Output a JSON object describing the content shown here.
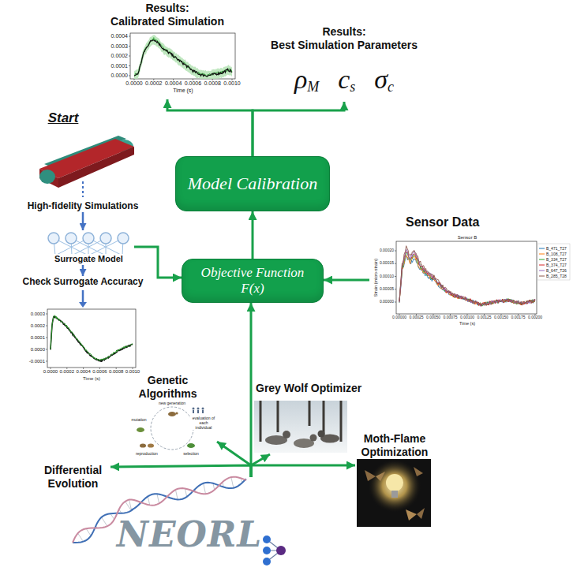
{
  "diagram": {
    "nodes": [
      {
        "text": [
          "Results:",
          "Calibrated Simulation"
        ]
      },
      {
        "text": [
          "Results:",
          "Best Simulation Parameters",
          "ρM",
          "cs",
          "σc"
        ]
      },
      {
        "text": [
          "High-fidelity Simulations"
        ]
      },
      {
        "text": [
          "Model Calibration"
        ]
      },
      {
        "text": [
          "Surrogate Model"
        ]
      },
      {
        "text": [
          "Objective Function F(x)"
        ]
      },
      {
        "text": [
          "Sensor Data"
        ]
      },
      {
        "text": [
          "Check Surrogate Accuracy"
        ]
      },
      {
        "text": [
          "Genetic Algorithms"
        ]
      },
      {
        "text": [
          "Grey Wolf Optimizer"
        ]
      },
      {
        "text": [
          "Moth-Flame Optimization"
        ]
      },
      {
        "text": [
          "Differential Evolution"
        ]
      },
      {
        "text": [
          "NEORL"
        ]
      }
    ],
    "edges": [
      {
        "from": 2,
        "to": 4,
        "arrow": "to"
      },
      {
        "from": 4,
        "to": 7,
        "arrow": "to"
      },
      {
        "from": 4,
        "to": 5,
        "arrow": "to"
      },
      {
        "from": 6,
        "to": 5,
        "arrow": "to"
      },
      {
        "from": 5,
        "to": 3,
        "arrow": "to"
      },
      {
        "from": 3,
        "to": 0,
        "arrow": "to"
      },
      {
        "from": 3,
        "to": 1,
        "arrow": "to"
      },
      {
        "from": 12,
        "to": 5,
        "arrow": "to"
      },
      {
        "from": 12,
        "to": 11,
        "arrow": "to"
      },
      {
        "from": 12,
        "to": 8,
        "arrow": "to"
      },
      {
        "from": 12,
        "to": 9,
        "arrow": "to"
      },
      {
        "from": 12,
        "to": 10,
        "arrow": "to"
      }
    ],
    "labels": [
      "Start",
      "0.0004",
      "0.0003",
      "0.0002",
      "0.0001",
      "0.0000",
      "0.0000",
      "0.0002",
      "0.0004",
      "0.0006",
      "0.0008",
      "0.0010",
      "Time (s)",
      "Sensor B",
      "0.00020",
      "0.00015",
      "0.00010",
      "0.00005",
      "0.00000",
      "Strain (micro-strain)",
      "0.00000",
      "0.00025",
      "0.00050",
      "0.00075",
      "0.00100",
      "0.00125",
      "0.00150",
      "0.00175",
      "0.00200",
      "Time (s)",
      "0.0003",
      "0.0002",
      "0.0001",
      "0.0000",
      "-0.0001",
      "0.0000",
      "0.0002",
      "0.0004",
      "0.0006",
      "0.0008",
      "0.0010",
      "Time (s)",
      "new generation",
      "evaluation of each individual",
      "selection",
      "reproduction",
      "mutation"
    ],
    "legend": [
      {
        "text": "B_471_T27"
      },
      {
        "text": "B_108_T27"
      },
      {
        "text": "B_334_T27"
      },
      {
        "text": "B_374_T27"
      },
      {
        "text": "B_647_T26"
      },
      {
        "text": "B_285_T28"
      }
    ]
  }
}
